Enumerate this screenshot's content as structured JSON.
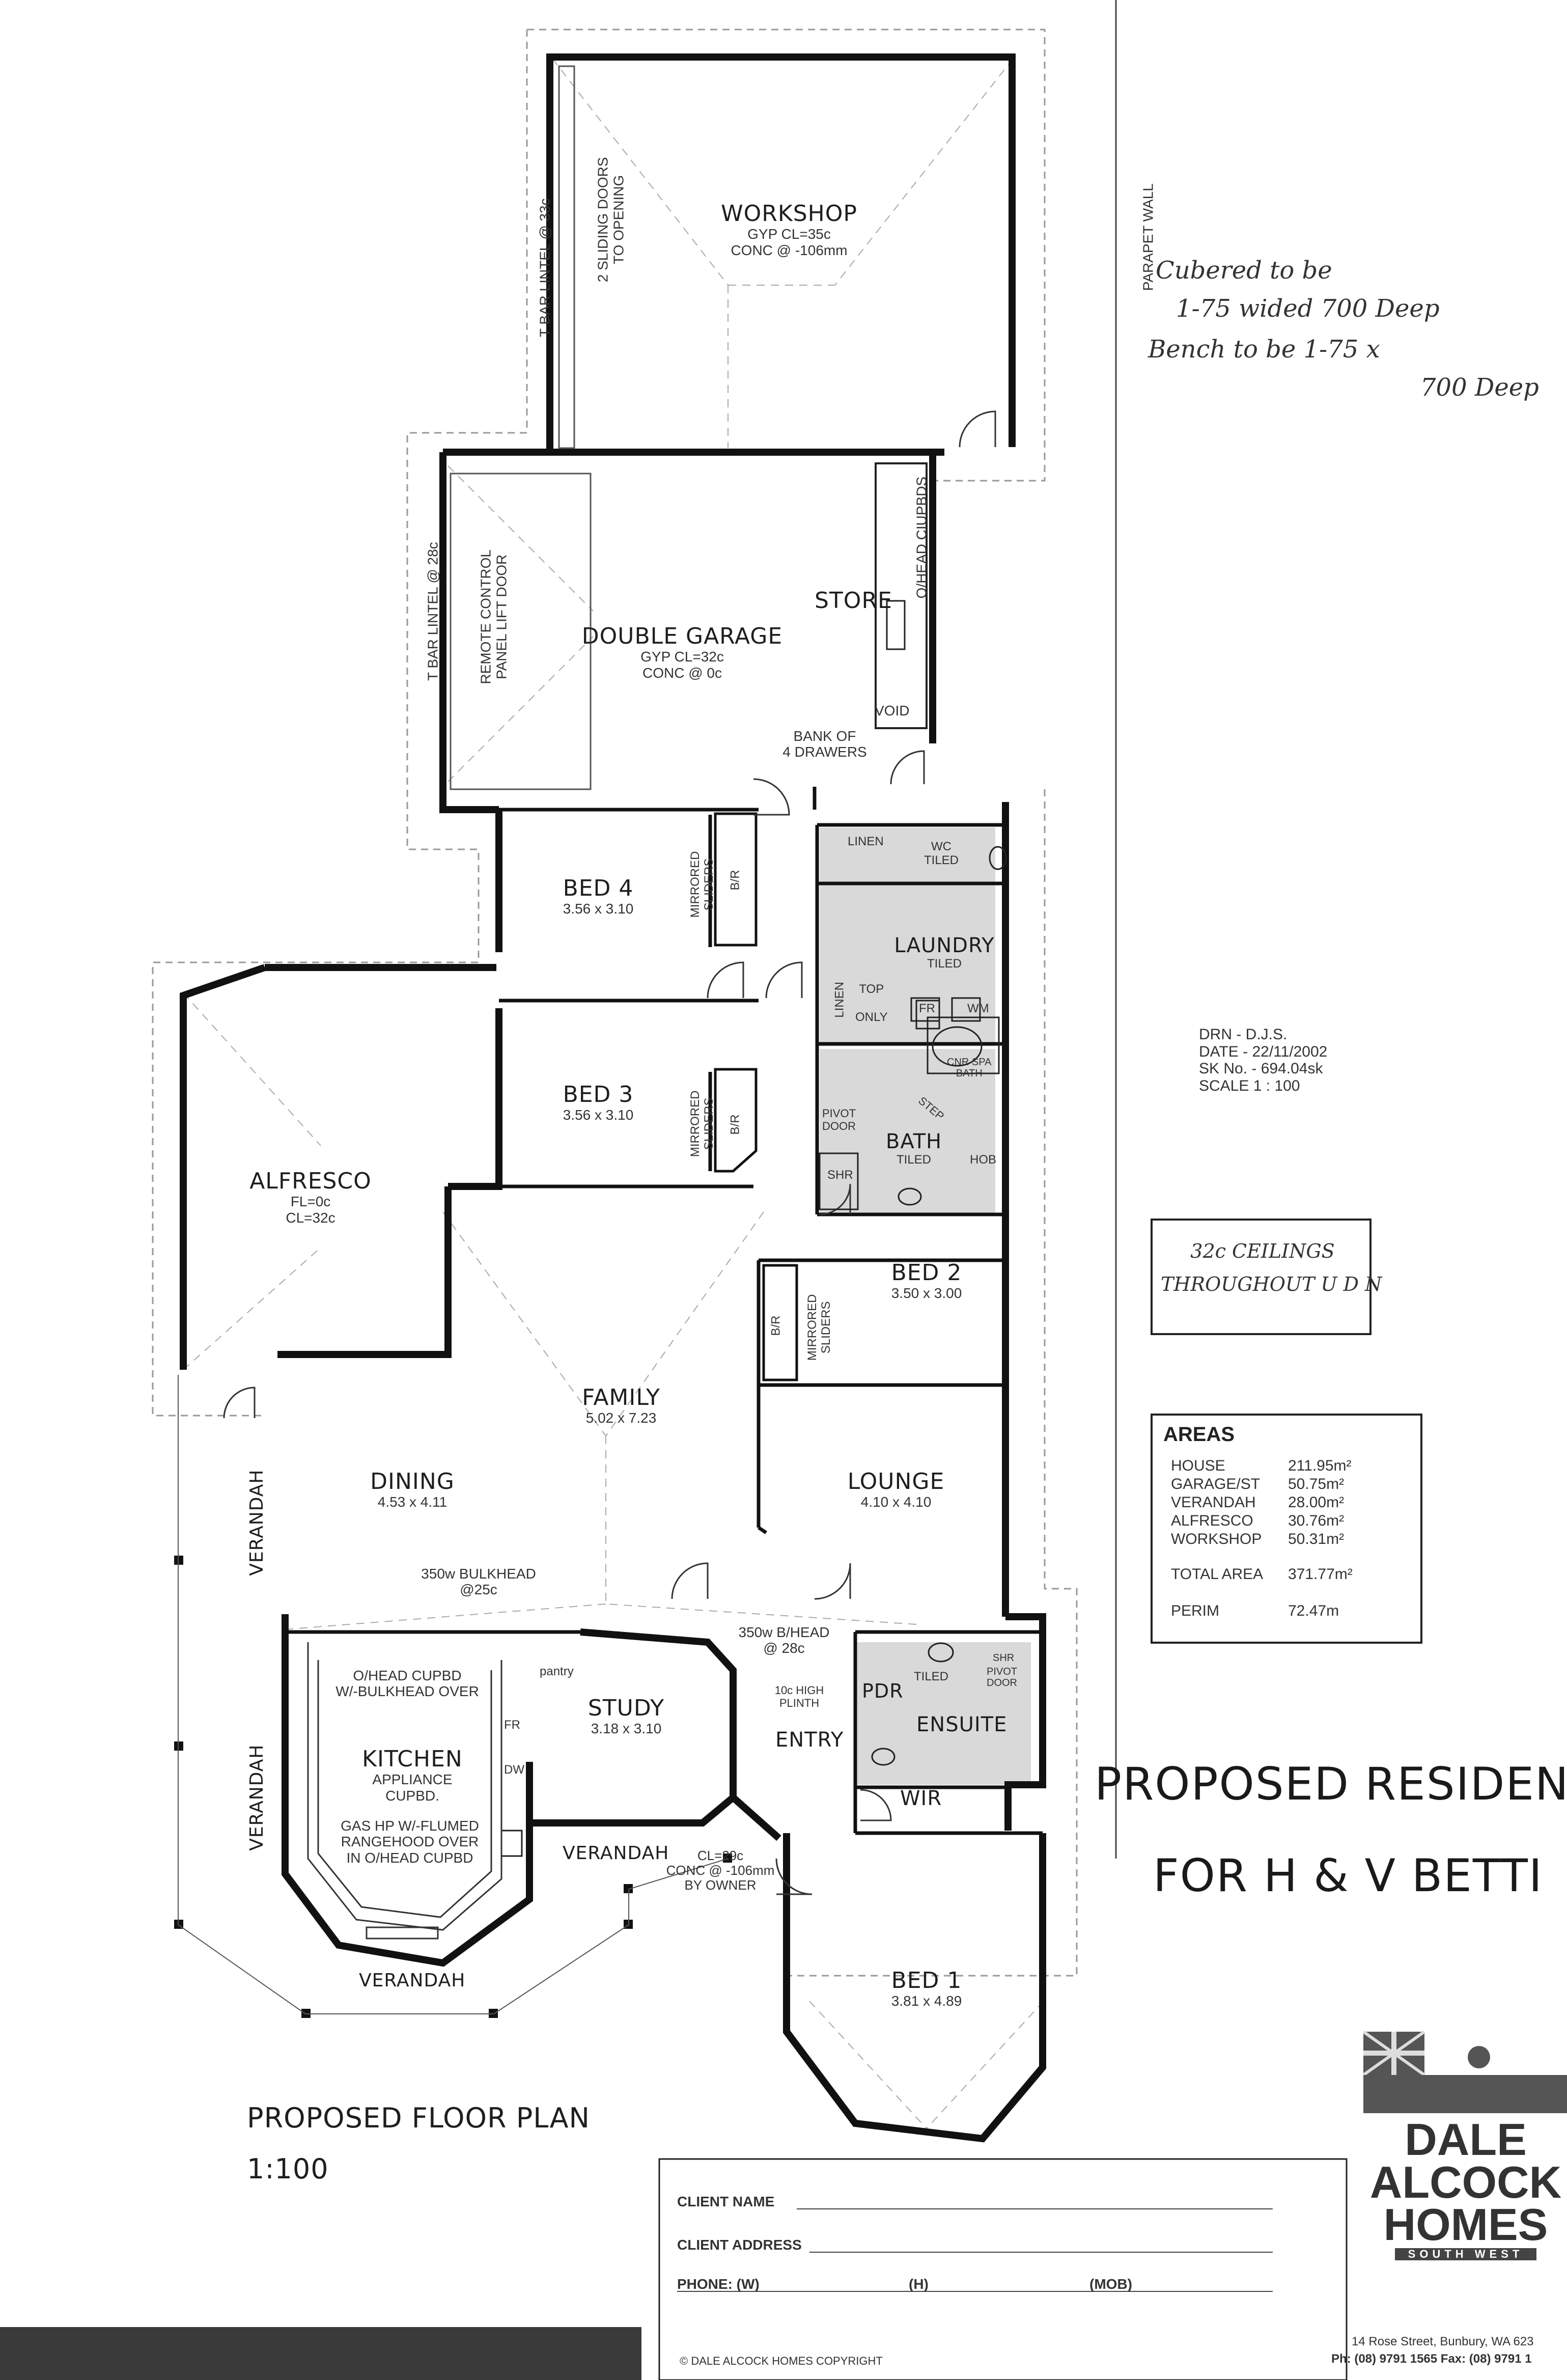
{
  "drawing_title": "PROPOSED FLOOR PLAN",
  "drawing_scale": "1:100",
  "project_title_line1": "PROPOSED RESIDENCE",
  "project_title_line2": "FOR H & V BETTI",
  "parapet_label": "PARAPET WALL",
  "handwritten_note": [
    "Cubered to be",
    "1-75 wided 700 Deep",
    "Bench to be 1-75 x",
    "700 Deep"
  ],
  "drawing_info": {
    "drawn": "DRN - D.J.S.",
    "date": "DATE - 22/11/2002",
    "sketch": "SK No. - 694.04sk",
    "scale": "SCALE 1 : 100"
  },
  "ceilings_note": [
    "32c CEILINGS",
    "THROUGHOUT U D N"
  ],
  "areas": {
    "heading": "AREAS",
    "rows": [
      {
        "label": "HOUSE",
        "value": "211.95m²"
      },
      {
        "label": "GARAGE/ST",
        "value": "50.75m²"
      },
      {
        "label": "VERANDAH",
        "value": "28.00m²"
      },
      {
        "label": "ALFRESCO",
        "value": "30.76m²"
      },
      {
        "label": "WORKSHOP",
        "value": "50.31m²"
      }
    ],
    "total_label": "TOTAL AREA",
    "total_value": "371.77m²",
    "perim_label": "PERIM",
    "perim_value": "72.47m"
  },
  "rooms": {
    "workshop": {
      "name": "WORKSHOP",
      "line1": "GYP CL=35c",
      "line2": "CONC @ -106mm"
    },
    "garage": {
      "name": "DOUBLE GARAGE",
      "line1": "GYP CL=32c",
      "line2": "CONC @ 0c"
    },
    "store": {
      "name": "STORE"
    },
    "bed4": {
      "name": "BED 4",
      "dim": "3.56 x 3.10"
    },
    "bed3": {
      "name": "BED 3",
      "dim": "3.56 x 3.10"
    },
    "bed2": {
      "name": "BED 2",
      "dim": "3.50 x 3.00"
    },
    "bed1": {
      "name": "BED 1",
      "dim": "3.81 x 4.89"
    },
    "alfresco": {
      "name": "ALFRESCO",
      "line1": "FL=0c",
      "line2": "CL=32c"
    },
    "family": {
      "name": "FAMILY",
      "dim": "5.02 x 7.23"
    },
    "dining": {
      "name": "DINING",
      "dim": "4.53 x 4.11"
    },
    "lounge": {
      "name": "LOUNGE",
      "dim": "4.10 x 4.10"
    },
    "study": {
      "name": "STUDY",
      "dim": "3.18 x 3.10"
    },
    "kitchen": {
      "name": "KITCHEN",
      "line1": "APPLIANCE",
      "line2": "CUPBD."
    },
    "laundry": {
      "name": "LAUNDRY",
      "sub": "TILED"
    },
    "bath": {
      "name": "BATH",
      "sub": "TILED"
    },
    "ensuite": {
      "name": "ENSUITE"
    },
    "entry": {
      "name": "ENTRY"
    },
    "wir": {
      "name": "WIR"
    },
    "pdr": {
      "name": "PDR"
    }
  },
  "notes": {
    "sliding_doors": [
      "2 SLIDING DOORS",
      "TO OPENING"
    ],
    "tbar_33": "T BAR LINTEL @ 33c",
    "tbar_28": "T BAR LINTEL @ 28c",
    "remote_door": [
      "REMOTE CONTROL",
      "PANEL LIFT DOOR"
    ],
    "ohead_cupbds": "O/HEAD CIUPBDS",
    "void": "VOID",
    "drawers": [
      "BANK OF",
      "4 DRAWERS"
    ],
    "mirrored_sliders": [
      "MIRRORED",
      "SLIDERS"
    ],
    "br": "B/R",
    "linen": "LINEN",
    "wc_tiled": [
      "WC",
      "TILED"
    ],
    "top_only": [
      "TOP",
      "ONLY"
    ],
    "fr": "FR",
    "wm": "WM",
    "cnr_spa": [
      "CNR SPA",
      "BATH"
    ],
    "step": "STEP",
    "pivot_door": [
      "PIVOT",
      "DOOR"
    ],
    "shr": "SHR",
    "hob": "HOB",
    "bulkhead": [
      "350w BULKHEAD",
      "@25c"
    ],
    "b_head": [
      "350w B/HEAD",
      "@ 28c"
    ],
    "plinth": [
      "10c HIGH",
      "PLINTH"
    ],
    "pantry": "pantry",
    "ohead_cupbd": [
      "O/HEAD CUPBD",
      "W/-BULKHEAD OVER"
    ],
    "gas_hp": [
      "GAS HP W/-FLUMED",
      "RANGEHOOD OVER",
      "IN O/HEAD CUPBD"
    ],
    "dw": "DW",
    "tiled": "TILED",
    "verandah": "VERANDAH",
    "entry_conc": [
      "CL=29c",
      "CONC @ -106mm",
      "BY OWNER"
    ]
  },
  "title_block": {
    "client_name": "CLIENT NAME",
    "client_address": "CLIENT ADDRESS",
    "phone": "PHONE: (W)",
    "phone_h": "(H)",
    "phone_mob": "(MOB)",
    "copyright": "© DALE ALCOCK HOMES COPYRIGHT"
  },
  "brand": {
    "line1": "DALE",
    "line2": "ALCOCK",
    "line3": "HOMES",
    "line4": "SOUTH WEST",
    "address": "14 Rose Street, Bunbury, WA 623",
    "contact": "Ph: (08) 9791 1565  Fax: (08) 9791 1"
  }
}
